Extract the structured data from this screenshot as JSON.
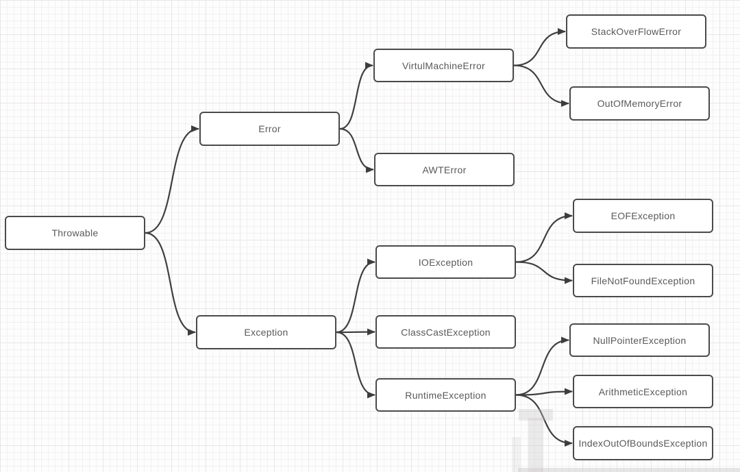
{
  "nodes": {
    "throwable": {
      "label": "Throwable"
    },
    "error": {
      "label": "Error"
    },
    "virtulmachineerror": {
      "label": "VirtulMachineError"
    },
    "stackoverflowerror": {
      "label": "StackOverFlowError"
    },
    "outofmemoryerror": {
      "label": "OutOfMemoryError"
    },
    "awterror": {
      "label": "AWTError"
    },
    "exception": {
      "label": "Exception"
    },
    "ioexception": {
      "label": "IOException"
    },
    "eofexception": {
      "label": "EOFException"
    },
    "filenotfoundexception": {
      "label": "FileNotFoundException"
    },
    "classcastexception": {
      "label": "ClassCastException"
    },
    "runtimeexception": {
      "label": "RuntimeException"
    },
    "nullpointerexception": {
      "label": "NullPointerException"
    },
    "arithmeticexception": {
      "label": "ArithmeticException"
    },
    "indexoutofboundsexception": {
      "label": "IndexOutOfBoundsException"
    }
  },
  "edges": [
    {
      "from": "throwable",
      "to": "error"
    },
    {
      "from": "throwable",
      "to": "exception"
    },
    {
      "from": "error",
      "to": "virtulmachineerror"
    },
    {
      "from": "error",
      "to": "awterror"
    },
    {
      "from": "virtulmachineerror",
      "to": "stackoverflowerror"
    },
    {
      "from": "virtulmachineerror",
      "to": "outofmemoryerror"
    },
    {
      "from": "exception",
      "to": "ioexception"
    },
    {
      "from": "exception",
      "to": "classcastexception"
    },
    {
      "from": "exception",
      "to": "runtimeexception"
    },
    {
      "from": "ioexception",
      "to": "eofexception"
    },
    {
      "from": "ioexception",
      "to": "filenotfoundexception"
    },
    {
      "from": "runtimeexception",
      "to": "nullpointerexception"
    },
    {
      "from": "runtimeexception",
      "to": "arithmeticexception"
    },
    {
      "from": "runtimeexception",
      "to": "indexoutofboundsexception"
    }
  ],
  "style": {
    "node_border_color": "#4a4a4a",
    "connector_color": "#3f3f3f",
    "text_color": "#595959"
  }
}
